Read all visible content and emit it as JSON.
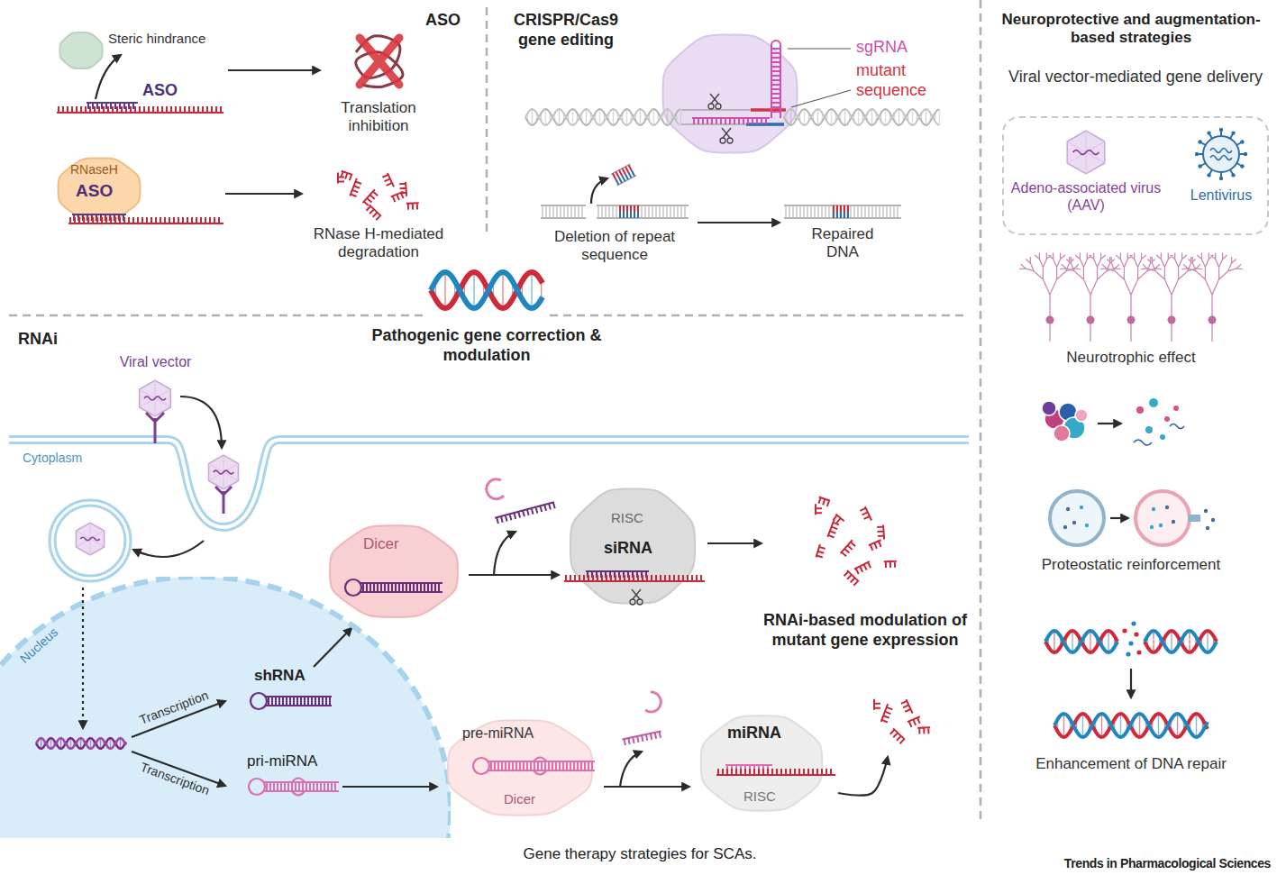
{
  "diagram": {
    "caption": "Gene therapy strategies for SCAs.",
    "nodes": [
      {
        "text": [
          "Steric hindrance",
          "ASO"
        ]
      },
      {
        "text": [
          "Translation inhibition"
        ]
      },
      {
        "text": [
          "RNaseH",
          "ASO"
        ]
      },
      {
        "text": [
          "RNase H-mediated degradation"
        ]
      },
      {
        "text": [
          "sgRNA",
          "mutant sequence"
        ]
      },
      {
        "text": [
          "Deletion of repeat sequence"
        ]
      },
      {
        "text": [
          "Repaired DNA"
        ]
      },
      {
        "text": [
          "Viral vector-mediated gene delivery"
        ]
      },
      {
        "text": [
          "Adeno-associated virus (AAV)"
        ],
        "in": 7
      },
      {
        "text": [
          "Lentivirus"
        ],
        "in": 7
      },
      {
        "text": [
          "Neurotrophic effect"
        ]
      },
      {
        "text": [
          "Proteostatic reinforcement"
        ]
      },
      {
        "text": [
          "Enhancement of DNA repair"
        ]
      },
      {
        "text": [
          "Viral vector"
        ]
      },
      {
        "text": [
          "Nucleus"
        ]
      },
      {
        "text": [
          "shRNA"
        ],
        "in": 14
      },
      {
        "text": [
          "pri-miRNA"
        ],
        "in": 14
      },
      {
        "text": [
          "Dicer"
        ]
      },
      {
        "text": [
          "RISC",
          "siRNA"
        ]
      },
      {
        "text": [
          "RNAi-based modulation of mutant gene expression"
        ]
      },
      {
        "text": [
          "pre-miRNA",
          "Dicer"
        ]
      },
      {
        "text": [
          "miRNA",
          "RISC"
        ]
      }
    ],
    "edges": [
      {
        "from": 0,
        "to": 1,
        "arrow": "to"
      },
      {
        "from": 2,
        "to": 3,
        "arrow": "to"
      },
      {
        "from": 5,
        "to": 6,
        "arrow": "to"
      },
      {
        "from": 15,
        "to": 17,
        "arrow": "to"
      },
      {
        "from": 17,
        "to": 18,
        "arrow": "to"
      },
      {
        "from": 18,
        "to": 19,
        "arrow": "to"
      },
      {
        "from": 16,
        "to": 20,
        "arrow": "to"
      },
      {
        "from": 20,
        "to": 21,
        "arrow": "to"
      },
      {
        "from": 21,
        "to": 19,
        "arrow": "to"
      }
    ],
    "labels": [
      "ASO",
      "CRISPR/Cas9 gene editing",
      "Pathogenic gene correction & modulation",
      "Neuroprotective and augmentation-based strategies",
      "RNAi",
      "Cytoplasm",
      "Transcription",
      "Transcription",
      "Trends in Pharmacological Sciences"
    ]
  }
}
